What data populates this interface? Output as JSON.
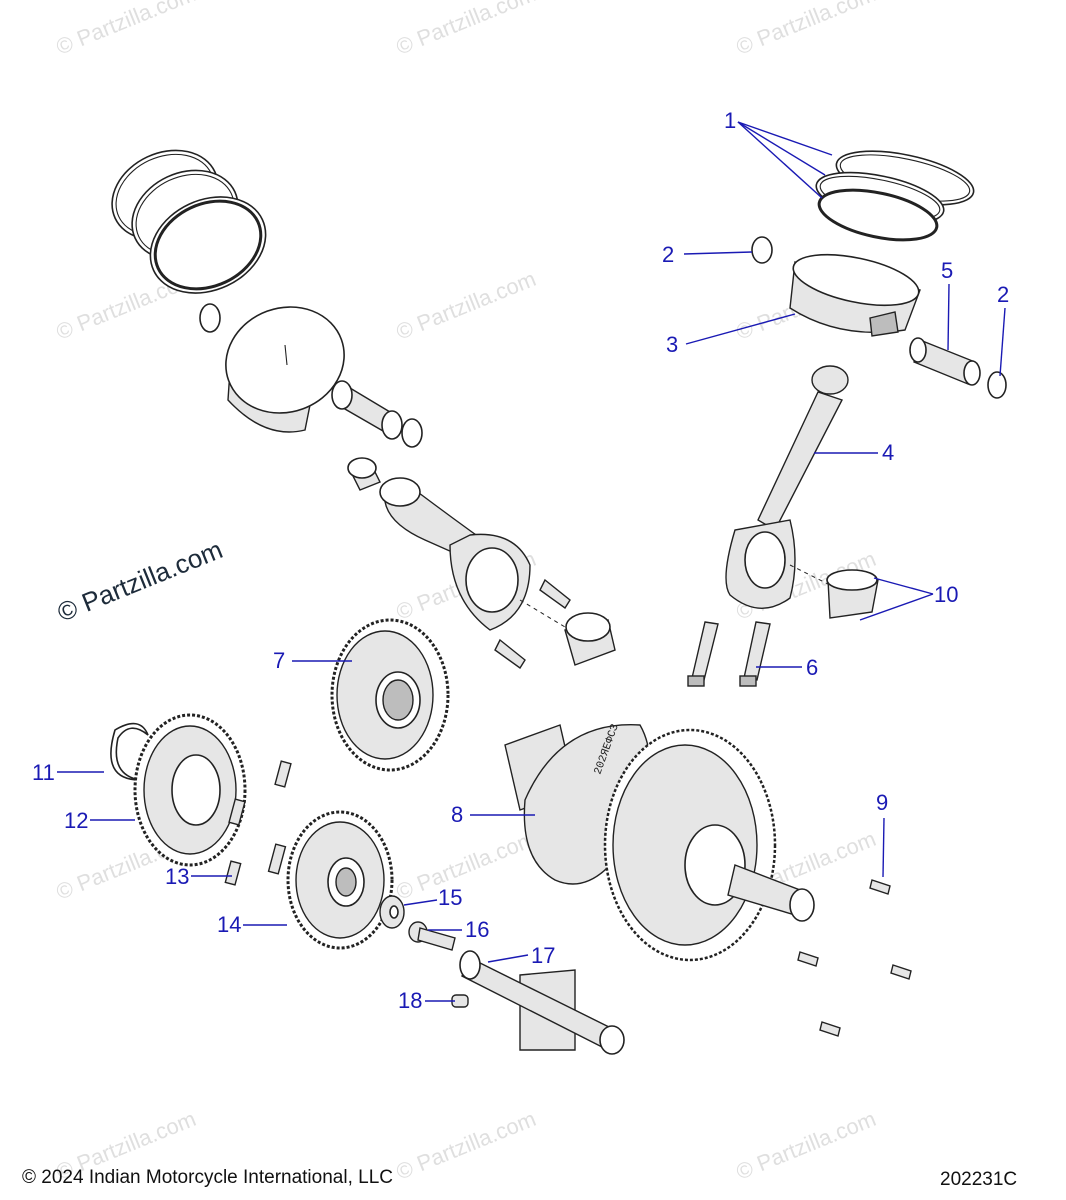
{
  "watermark": {
    "brand_text": "© Partzilla.com"
  },
  "callouts": [
    "1",
    "2",
    "2",
    "3",
    "4",
    "5",
    "6",
    "7",
    "8",
    "9",
    "10",
    "11",
    "12",
    "13",
    "14",
    "15",
    "16",
    "17",
    "18"
  ],
  "footer": {
    "copyright": "© 2024 Indian Motorcycle International, LLC",
    "diagram_code": "202231C"
  },
  "part_marking": "202ЯЕФСЗ"
}
